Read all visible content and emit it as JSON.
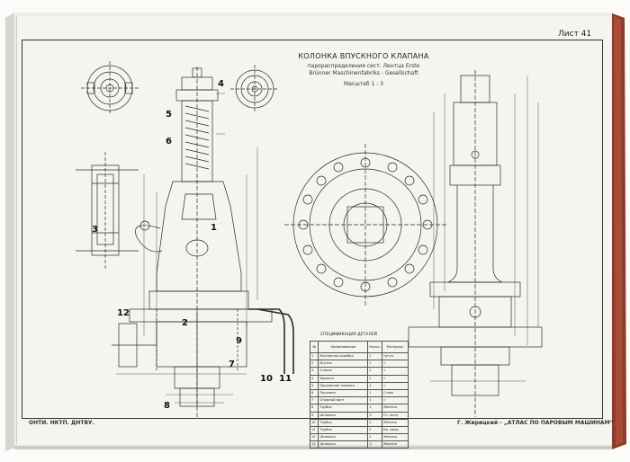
{
  "sheet_number": "Лист 41",
  "title": "КОЛОНКА ВПУСКНОГО КЛАПАНА",
  "subtitle_line1": "парораспределения сист. Лентца Erste",
  "subtitle_line2": "Brünner Maschinenfabriks - Gesellschaft",
  "scale": "Масштаб 1 : 3",
  "spec_title": "СПЕЦИФИКАЦИЯ ДЕТАЛЕЙ",
  "spec_headers": [
    "№",
    "Наименование",
    "Колич.",
    "Материал"
  ],
  "spec_rows": [
    [
      "1",
      "Клапанная коробка",
      "1",
      "Чугун"
    ],
    [
      "2",
      "Втулка",
      "1",
      "»"
    ],
    [
      "3",
      "Стакан",
      "1",
      "»"
    ],
    [
      "4",
      "Крышка",
      "1",
      "»"
    ],
    [
      "5",
      "Пружинная тарелка",
      "1",
      "»"
    ],
    [
      "6",
      "Пружина",
      "1",
      "Сталь"
    ],
    [
      "7",
      "Опорный винт",
      "1",
      "»"
    ],
    [
      "8",
      "Трубка",
      "1",
      "Железо"
    ],
    [
      "9",
      "Шпилька",
      "3",
      "Ст. желт"
    ],
    [
      "10",
      "Трубка",
      "1",
      "Железо"
    ],
    [
      "11",
      "Трубка",
      "1",
      "Кр. медь"
    ],
    [
      "12",
      "Шпилька",
      "1",
      "Железо"
    ],
    [
      "13",
      "Шпилька",
      "3",
      "Железо"
    ]
  ],
  "part_numbers": [
    "1",
    "2",
    "3",
    "4",
    "5",
    "6",
    "7",
    "8",
    "9",
    "10",
    "11",
    "12"
  ],
  "footer_left": "ОНТИ. НКТП. ДНТВУ.",
  "footer_right": "Г. Жирицкий - „АТЛАС ПО ПАРОВЫМ МАШИНАМ“",
  "colors": {
    "paper": "#f4f3ef",
    "ink": "#2a2a2a",
    "cover_red": "#9a3b2a",
    "cover_dark": "#5a2a1e",
    "background": "#fbfbfa"
  }
}
